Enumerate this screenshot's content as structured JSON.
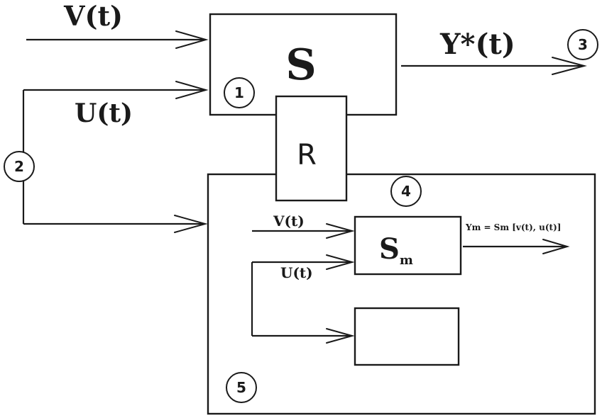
{
  "block_S_label": "S",
  "block_R_label": "R",
  "block_Sm_label": "S",
  "block_Sm_subscript": "m",
  "input_V_outer": "V(t)",
  "input_U_outer": "U(t)",
  "output_Y_outer": "Y*(t)",
  "input_V_inner": "V(t)",
  "input_U_inner": "U(t)",
  "model_output_formula": "Ym = Sm [v(t), u(t)]",
  "markers": [
    "1",
    "2",
    "3",
    "4",
    "5"
  ]
}
